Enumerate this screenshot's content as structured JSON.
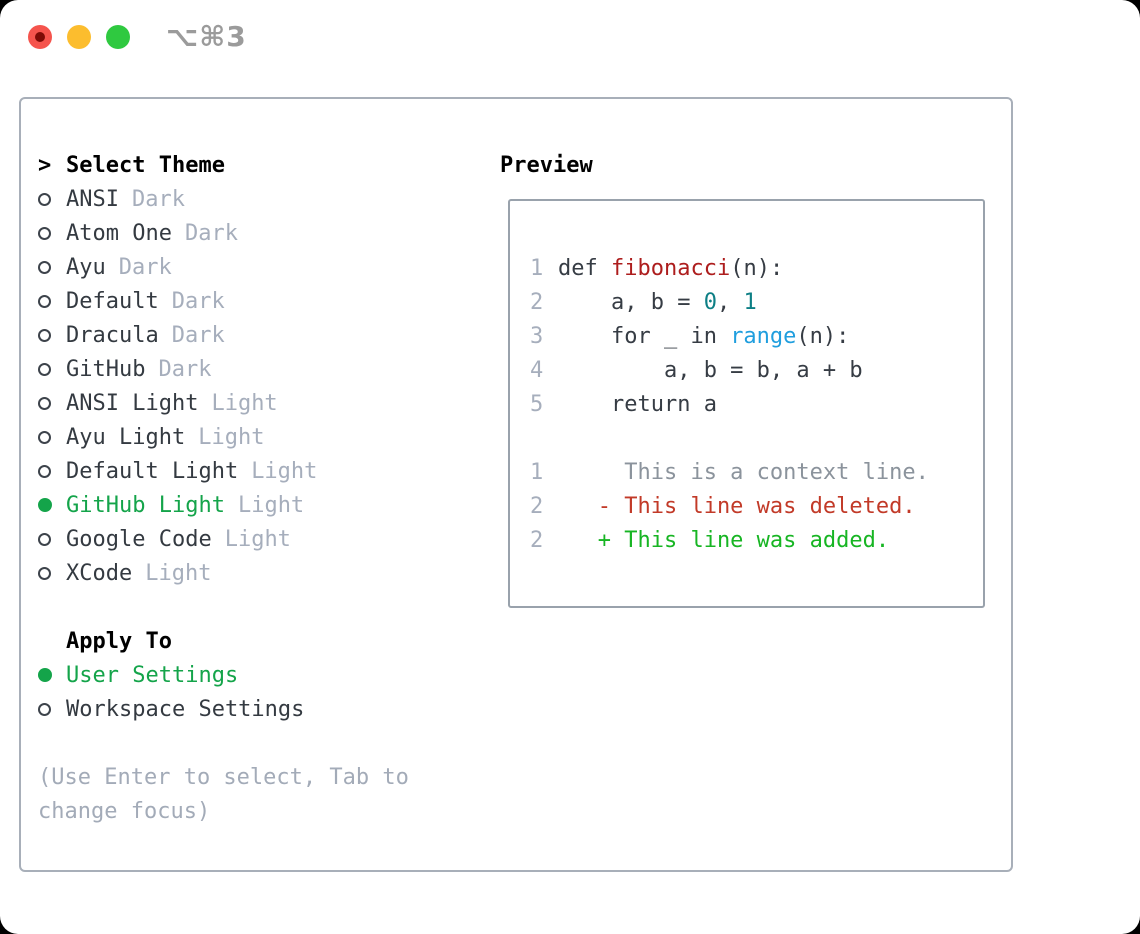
{
  "window": {
    "shortcut": "⌥⌘3"
  },
  "colors": {
    "traffic_red": "#f5544d",
    "traffic_red_dot": "#7d0b06",
    "traffic_yellow": "#fcbd2e",
    "traffic_green": "#2fc940",
    "shortcut_gray": "#9b9b9b",
    "panel_border": "#a8afb9",
    "box_border": "#99a2ac",
    "selected_green": "#14a44a",
    "added_green": "#17b523",
    "deleted_red": "#c23a28",
    "func_red": "#ad1d1d",
    "builtin_blue": "#1f9ede",
    "number_teal": "#0d7f85",
    "code_text": "#363c44",
    "context_gray": "#8b939c",
    "muted": "#a6aebc",
    "hint": "#a3abb8"
  },
  "select_theme": {
    "cursor": ">",
    "title": "Select Theme",
    "items": [
      {
        "name": "ANSI",
        "tag": "Dark",
        "selected": false
      },
      {
        "name": "Atom One",
        "tag": "Dark",
        "selected": false
      },
      {
        "name": "Ayu",
        "tag": "Dark",
        "selected": false
      },
      {
        "name": "Default",
        "tag": "Dark",
        "selected": false
      },
      {
        "name": "Dracula",
        "tag": "Dark",
        "selected": false
      },
      {
        "name": "GitHub",
        "tag": "Dark",
        "selected": false
      },
      {
        "name": "ANSI Light",
        "tag": "Light",
        "selected": false
      },
      {
        "name": "Ayu Light",
        "tag": "Light",
        "selected": false
      },
      {
        "name": "Default Light",
        "tag": "Light",
        "selected": false
      },
      {
        "name": "GitHub Light",
        "tag": "Light",
        "selected": true
      },
      {
        "name": "Google Code",
        "tag": "Light",
        "selected": false
      },
      {
        "name": "XCode",
        "tag": "Light",
        "selected": false
      }
    ]
  },
  "apply_to": {
    "title": "Apply To",
    "options": [
      {
        "name": "User Settings",
        "selected": true
      },
      {
        "name": "Workspace Settings",
        "selected": false
      }
    ]
  },
  "hint_lines": [
    "(Use Enter to select, Tab to",
    "change focus)"
  ],
  "preview": {
    "title": "Preview",
    "lines": [
      {
        "num": "1",
        "tokens": [
          {
            "text": "def ",
            "color": "code"
          },
          {
            "text": "fibonacci",
            "color": "func"
          },
          {
            "text": "(n):",
            "color": "code"
          }
        ]
      },
      {
        "num": "2",
        "tokens": [
          {
            "text": "    a, b = ",
            "color": "code"
          },
          {
            "text": "0",
            "color": "lit"
          },
          {
            "text": ", ",
            "color": "code"
          },
          {
            "text": "1",
            "color": "lit"
          }
        ]
      },
      {
        "num": "3",
        "tokens": [
          {
            "text": "    for _ in ",
            "color": "code"
          },
          {
            "text": "range",
            "color": "builtin"
          },
          {
            "text": "(n):",
            "color": "code"
          }
        ]
      },
      {
        "num": "4",
        "tokens": [
          {
            "text": "        a, b = b, a + b",
            "color": "code"
          }
        ]
      },
      {
        "num": "5",
        "tokens": [
          {
            "text": "    return a",
            "color": "code"
          }
        ]
      },
      {
        "num": "",
        "tokens": []
      },
      {
        "num": "1",
        "tokens": [
          {
            "text": "     This is a context line.",
            "color": "context"
          }
        ]
      },
      {
        "num": "2",
        "tokens": [
          {
            "text": "   - This line was deleted.",
            "color": "deleted"
          }
        ]
      },
      {
        "num": "2",
        "tokens": [
          {
            "text": "   + This line was added.",
            "color": "added"
          }
        ]
      }
    ]
  }
}
